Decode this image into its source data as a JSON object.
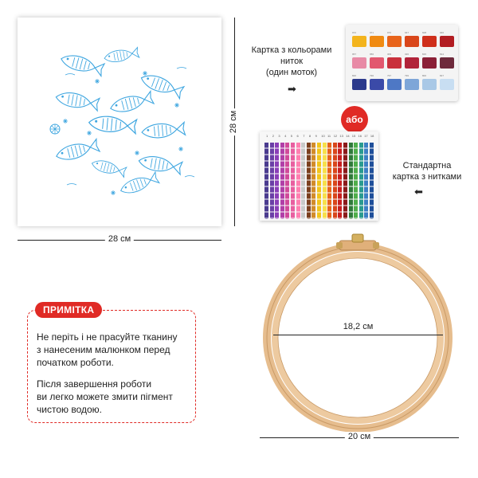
{
  "fabric": {
    "width_label": "28 см",
    "height_label": "28 см"
  },
  "color_card": {
    "caption_line1": "Картка з кольорами",
    "caption_line2": "ниток",
    "caption_line3": "(один моток)",
    "skein_colors": [
      "#f3b41d",
      "#f08a12",
      "#e8641b",
      "#d9461a",
      "#cf2f1b",
      "#b21d22",
      "#e88aa6",
      "#e2586f",
      "#c9303c",
      "#b12339",
      "#8b2037",
      "#6e2a3c",
      "#2c3a8c",
      "#3b4aa8",
      "#4e78c5",
      "#7ea6d8",
      "#a9c8e6",
      "#c8def2"
    ],
    "skein_numbers": [
      "972",
      "971",
      "970",
      "947",
      "608",
      "946",
      "957",
      "956",
      "309",
      "326",
      "815",
      "814",
      "820",
      "796",
      "797",
      "799",
      "800",
      "827"
    ]
  },
  "or_badge": "або",
  "standard_card": {
    "caption_line1": "Стандартна",
    "caption_line2": "картка з нитками",
    "thread_colors": [
      "#4a3b8f",
      "#6a3fa6",
      "#8b3fb8",
      "#b13fa8",
      "#d04a9a",
      "#e85fa0",
      "#ff7fb0",
      "#c9c9c9",
      "#7b3f1f",
      "#d18b2a",
      "#f2c51c",
      "#f7e04a",
      "#e8641b",
      "#d9461a",
      "#c81f1f",
      "#8b1a1a",
      "#2f7a3a",
      "#4fae4a",
      "#2a9b8f",
      "#3d7fc4",
      "#1f4f9a"
    ],
    "numbers": [
      "1",
      "2",
      "3",
      "4",
      "5",
      "6",
      "7",
      "8",
      "9",
      "10",
      "11",
      "12",
      "13",
      "14",
      "15",
      "16",
      "17",
      "18"
    ]
  },
  "hoop": {
    "inner_label": "18,2 см",
    "outer_label": "20 см"
  },
  "note": {
    "title": "ПРИМІТКА",
    "para1_line1": "Не періть і не прасуйте тканину",
    "para1_line2": "з нанесеним малюнком перед",
    "para1_line3": "початком роботи.",
    "para2_line1": "Після завершення роботи",
    "para2_line2": "ви легко можете змити пігмент",
    "para2_line3": "чистою водою."
  },
  "icons": [
    "fish-pattern",
    "arrow-right-icon",
    "arrow-left-icon",
    "embroidery-hoop"
  ],
  "colors": {
    "accent": "#e02a25",
    "pattern": "#3ea6e0",
    "hoop_wood": "#e8c095"
  }
}
